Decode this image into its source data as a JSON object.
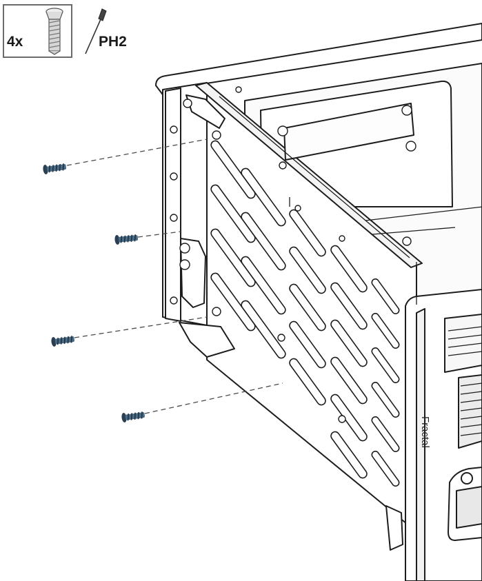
{
  "hardware": {
    "quantity_label": "4x",
    "screw_icon": "countersunk-screw-icon",
    "tool_icon": "screwdriver-icon",
    "tool_label": "PH2"
  },
  "brand": {
    "logo_text": "Fractal"
  },
  "colors": {
    "screw": "#3f5e77",
    "line": "#1c1c1c",
    "fill": "#ffffff",
    "leader": "#4a4a4a"
  },
  "screws": {
    "count": 4
  }
}
